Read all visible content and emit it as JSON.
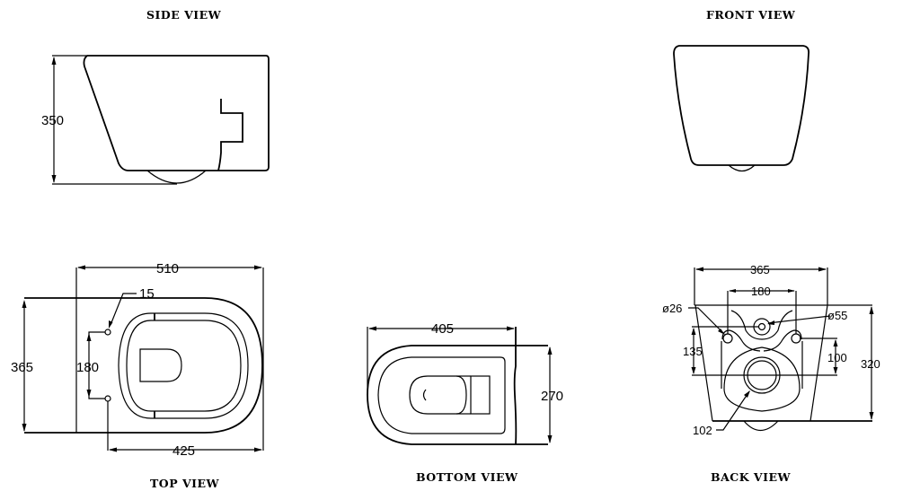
{
  "views": {
    "side": {
      "title": "SIDE VIEW",
      "dimensions": {
        "height": "350"
      }
    },
    "front": {
      "title": "FRONT VIEW"
    },
    "top": {
      "title": "TOP VIEW",
      "dimensions": {
        "overall_length": "510",
        "width": "365",
        "bolt_spacing": "180",
        "bolt_hole": "15",
        "bolt_to_front": "425"
      }
    },
    "bottom": {
      "title": "BOTTOM VIEW",
      "dimensions": {
        "length": "405",
        "width": "270"
      }
    },
    "back": {
      "title": "BACK VIEW",
      "dimensions": {
        "overall_width": "365",
        "bolt_spacing": "180",
        "bolt_hole_dia": "ø26",
        "inlet_dia": "ø55",
        "bolt_height": "135",
        "outlet_height": "100",
        "height": "320",
        "outlet_dia": "102"
      }
    }
  },
  "colors": {
    "line": "#000000",
    "background": "#ffffff"
  }
}
